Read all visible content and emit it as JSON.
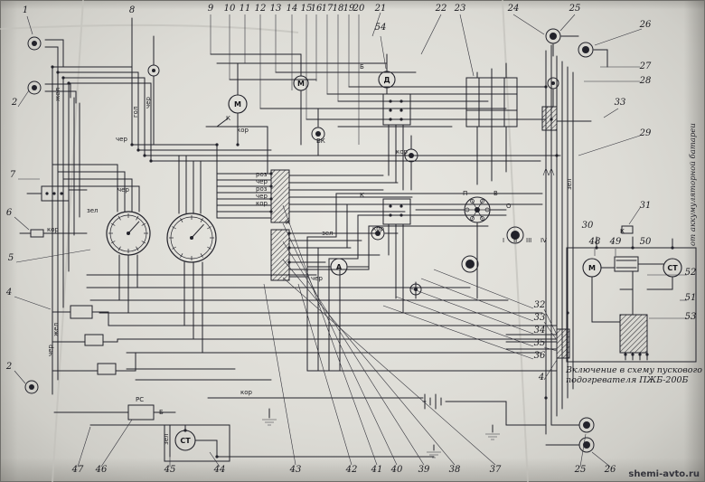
{
  "texts": {
    "note_line1": "Включение в схему пускового",
    "note_line2": "подогревателя ПЖБ-200Б",
    "side_note": "от аккумуляторной батареи",
    "watermark": "shemi-avto.ru"
  },
  "callouts": [
    [
      "9",
      233,
      12
    ],
    [
      "10",
      254,
      12
    ],
    [
      "11",
      271,
      12
    ],
    [
      "12",
      288,
      12
    ],
    [
      "13",
      305,
      12
    ],
    [
      "14",
      323,
      12
    ],
    [
      "15",
      339,
      12
    ],
    [
      "16",
      350,
      12
    ],
    [
      "17",
      362,
      12
    ],
    [
      "18",
      374,
      12
    ],
    [
      "19",
      386,
      12
    ],
    [
      "20",
      397,
      12
    ],
    [
      "21",
      421,
      12
    ],
    [
      "54",
      421,
      33
    ],
    [
      "22",
      488,
      12
    ],
    [
      "23",
      509,
      12
    ],
    [
      "24",
      568,
      12
    ],
    [
      "25",
      636,
      12
    ],
    [
      "26",
      714,
      30
    ],
    [
      "1",
      28,
      14
    ],
    [
      "8",
      146,
      14
    ],
    [
      "2",
      16,
      116
    ],
    [
      "7",
      14,
      196
    ],
    [
      "6",
      10,
      238
    ],
    [
      "5",
      12,
      288
    ],
    [
      "4",
      10,
      326
    ],
    [
      "2",
      10,
      408
    ],
    [
      "47",
      86,
      522
    ],
    [
      "46",
      112,
      522
    ],
    [
      "45",
      188,
      522
    ],
    [
      "44",
      243,
      522
    ],
    [
      "43",
      327,
      522
    ],
    [
      "42",
      389,
      522
    ],
    [
      "41",
      417,
      522
    ],
    [
      "40",
      439,
      522
    ],
    [
      "39",
      469,
      522
    ],
    [
      "38",
      503,
      522
    ],
    [
      "37",
      548,
      522
    ],
    [
      "25",
      642,
      522
    ],
    [
      "26",
      675,
      522
    ],
    [
      "27",
      714,
      76
    ],
    [
      "28",
      714,
      92
    ],
    [
      "33",
      686,
      116
    ],
    [
      "29",
      714,
      150
    ],
    [
      "31",
      714,
      230
    ],
    [
      "30",
      650,
      252
    ],
    [
      "48",
      658,
      270
    ],
    [
      "49",
      681,
      270
    ],
    [
      "50",
      714,
      270
    ],
    [
      "52",
      764,
      304
    ],
    [
      "51",
      764,
      332
    ],
    [
      "53",
      764,
      353
    ],
    [
      "32",
      597,
      340
    ],
    [
      "33",
      597,
      354
    ],
    [
      "34",
      597,
      368
    ],
    [
      "35",
      597,
      382
    ],
    [
      "36",
      597,
      396
    ],
    [
      "4",
      599,
      420
    ]
  ],
  "wire_labels": [
    [
      "жел",
      66,
      112,
      -90
    ],
    [
      "гол",
      152,
      130,
      -90
    ],
    [
      "чер",
      166,
      120,
      -90
    ],
    [
      "чер",
      128,
      156,
      0
    ],
    [
      "кор",
      262,
      146,
      0
    ],
    [
      "зел",
      96,
      235,
      0
    ],
    [
      "чер",
      130,
      212,
      0
    ],
    [
      "кор",
      52,
      256,
      0
    ],
    [
      "роз",
      283,
      195,
      0
    ],
    [
      "чер",
      283,
      203,
      0
    ],
    [
      "роз",
      283,
      211,
      0
    ],
    [
      "чер",
      283,
      219,
      0
    ],
    [
      "кор",
      283,
      227,
      0
    ],
    [
      "кор",
      438,
      170,
      0
    ],
    [
      "кор",
      412,
      255,
      0
    ],
    [
      "зел",
      356,
      260,
      0
    ],
    [
      "чер",
      344,
      310,
      0
    ],
    [
      "зел",
      186,
      492,
      -90
    ],
    [
      "жел",
      64,
      372,
      -90
    ],
    [
      "чер",
      58,
      394,
      -90
    ],
    [
      "кор",
      266,
      436,
      0
    ],
    [
      "зел",
      632,
      210,
      -90
    ],
    [
      "К",
      250,
      133,
      0
    ],
    [
      "К",
      316,
      248,
      0
    ],
    [
      "К",
      398,
      218,
      0
    ],
    [
      "К",
      686,
      258,
      0
    ],
    [
      "П",
      512,
      216,
      0
    ],
    [
      "В",
      546,
      216,
      0
    ],
    [
      "О",
      560,
      230,
      0
    ],
    [
      "Б",
      398,
      76,
      0
    ],
    [
      "ВК",
      350,
      158,
      0
    ],
    [
      "РС",
      150,
      444,
      0
    ],
    [
      "Б",
      176,
      458,
      0
    ],
    [
      "I",
      556,
      268,
      0
    ],
    [
      "II",
      568,
      268,
      0
    ],
    [
      "III",
      582,
      268,
      0
    ],
    [
      "IV",
      598,
      268,
      0
    ]
  ],
  "devices": [
    [
      "М",
      263,
      115,
      10
    ],
    [
      "М",
      333,
      92,
      8
    ],
    [
      "Д",
      428,
      88,
      9
    ],
    [
      "А",
      375,
      295,
      9
    ],
    [
      "СТ",
      205,
      487,
      11
    ],
    [
      "М",
      655,
      296,
      10
    ],
    [
      "СТ",
      744,
      296,
      10
    ]
  ]
}
